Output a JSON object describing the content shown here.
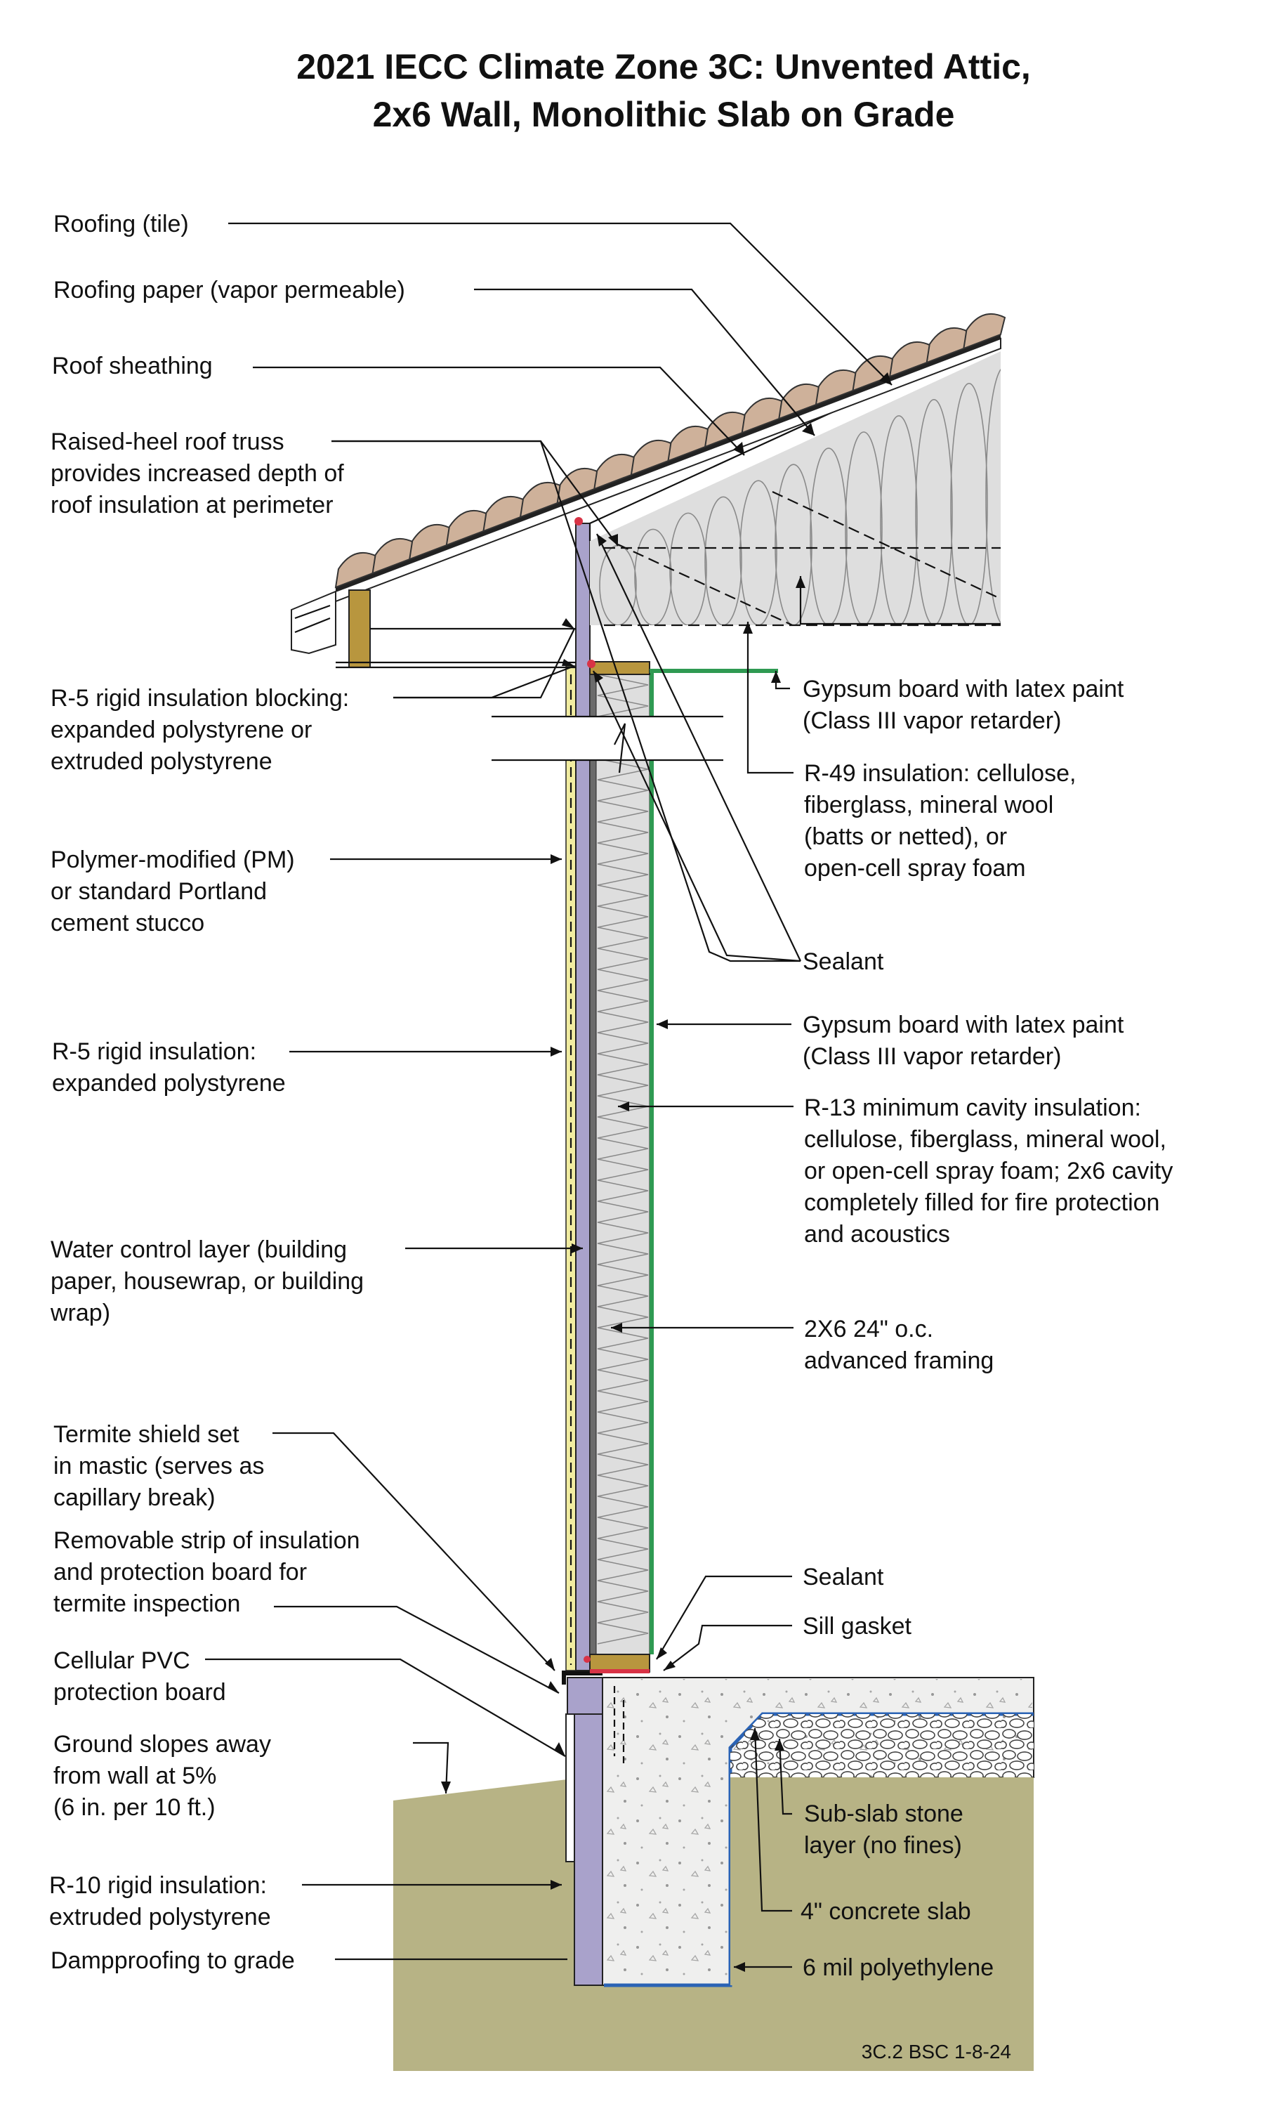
{
  "title": {
    "line1": "2021 IECC Climate Zone 3C: Unvented Attic,",
    "line2": "2x6 Wall, Monolithic Slab on Grade"
  },
  "labels_left": {
    "roofing_tile": [
      "Roofing (tile)"
    ],
    "roofing_paper": [
      "Roofing paper (vapor permeable)"
    ],
    "roof_sheathing": [
      "Roof sheathing"
    ],
    "raised_heel": [
      "Raised-heel roof truss",
      "provides increased depth of",
      "roof insulation at perimeter"
    ],
    "r5_blocking": [
      "R-5 rigid insulation blocking:",
      "expanded polystyrene or",
      "extruded polystyrene"
    ],
    "stucco": [
      "Polymer-modified (PM)",
      "or standard Portland",
      "cement stucco"
    ],
    "r5_rigid": [
      "R-5 rigid insulation:",
      "expanded polystyrene"
    ],
    "water_control": [
      "Water control layer (building",
      "paper, housewrap, or building",
      "wrap)"
    ],
    "termite_shield": [
      "Termite shield set",
      "in mastic (serves as",
      "capillary break)"
    ],
    "removable_strip": [
      "Removable strip of insulation",
      "and protection board for",
      "termite inspection"
    ],
    "pvc_board": [
      "Cellular PVC",
      "protection board"
    ],
    "ground_slope": [
      "Ground slopes away",
      "from wall at 5%",
      "(6 in. per 10 ft.)"
    ],
    "r10_rigid": [
      "R-10 rigid insulation:",
      "extruded polystyrene"
    ],
    "dampproofing": [
      "Dampproofing to grade"
    ]
  },
  "labels_right": {
    "gypsum_ceiling": [
      "Gypsum board with latex paint",
      "(Class III vapor retarder)"
    ],
    "r49": [
      "R-49 insulation: cellulose,",
      "fiberglass, mineral wool",
      "(batts or netted), or",
      "open-cell spray foam"
    ],
    "sealant_top": [
      "Sealant"
    ],
    "gypsum_wall": [
      "Gypsum board with latex paint",
      "(Class III vapor retarder)"
    ],
    "r13": [
      "R-13 minimum cavity insulation:",
      "cellulose, fiberglass, mineral wool,",
      "or open-cell spray foam; 2x6 cavity",
      "completely filled for fire protection",
      "and acoustics"
    ],
    "framing": [
      "2X6 24\" o.c.",
      "advanced framing"
    ],
    "sealant_bottom": [
      "Sealant"
    ],
    "sill_gasket": [
      "Sill gasket"
    ],
    "stone_layer": [
      "Sub-slab stone",
      "layer (no fines)"
    ],
    "concrete_slab": [
      "4\" concrete slab"
    ],
    "poly": [
      "6 mil polyethylene"
    ]
  },
  "drawing_code": "3C.2 BSC 1-8-24",
  "colors": {
    "soil": "#b7b385",
    "concrete": "#efefee",
    "foam_purple": "#a9a2cb",
    "insulation": "#dedede",
    "stucco_yellow": "#f1eca0",
    "gypsum_green": "#2f9a52",
    "wood": "#b8963e",
    "roof_tile": "#ceb19a",
    "sealant_red": "#d83346",
    "poly_blue": "#2a63b5"
  }
}
